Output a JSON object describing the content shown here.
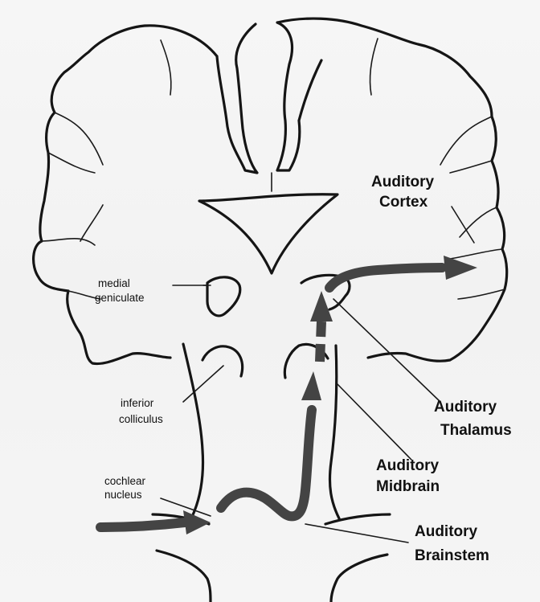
{
  "labels": {
    "auditory_cortex": [
      "Auditory",
      "Cortex"
    ],
    "medial_geniculate": [
      "medial",
      "geniculate"
    ],
    "auditory_thalamus": [
      "Auditory",
      "Thalamus"
    ],
    "inferior_colliculus": [
      "inferior",
      "colliculus"
    ],
    "auditory_midbrain": [
      "Auditory",
      "Midbrain"
    ],
    "cochlear_nucleus": [
      "cochlear",
      "nucleus"
    ],
    "auditory_brainstem": [
      "Auditory",
      "Brainstem"
    ]
  },
  "colors": {
    "outline": "#151515",
    "pathway": "#444444",
    "background": "#f4f4f4"
  }
}
